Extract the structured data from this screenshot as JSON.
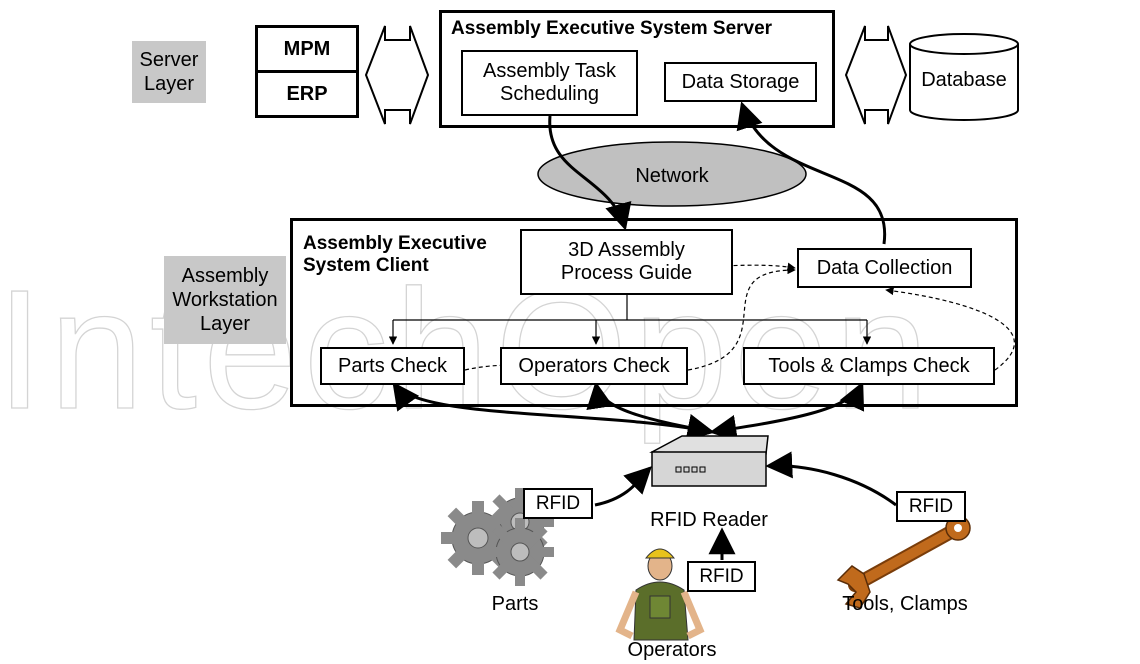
{
  "layers": {
    "server": "Server\nLayer",
    "workstation": "Assembly\nWorkstation\nLayer"
  },
  "server": {
    "title": "Assembly Executive System Server",
    "task_scheduling": "Assembly Task\nScheduling",
    "data_storage": "Data Storage"
  },
  "external": {
    "mpm": "MPM",
    "erp": "ERP",
    "database": "Database"
  },
  "network": "Network",
  "client": {
    "title": "Assembly Executive\nSystem Client",
    "process_guide": "3D Assembly\nProcess Guide",
    "data_collection": "Data Collection",
    "parts_check": "Parts Check",
    "operators_check": "Operators Check",
    "tools_check": "Tools & Clamps Check"
  },
  "reader": {
    "label": "RFID Reader"
  },
  "rfid_tag": "RFID",
  "sources": {
    "parts": "Parts",
    "operators": "Operators",
    "tools": "Tools, Clamps"
  },
  "watermark": "IntechOpen",
  "colors": {
    "layer_bg": "#c8c8c8",
    "network_fill": "#c0c0c0",
    "gear": "#8a8a8a",
    "wrench": "#c06a1c"
  }
}
